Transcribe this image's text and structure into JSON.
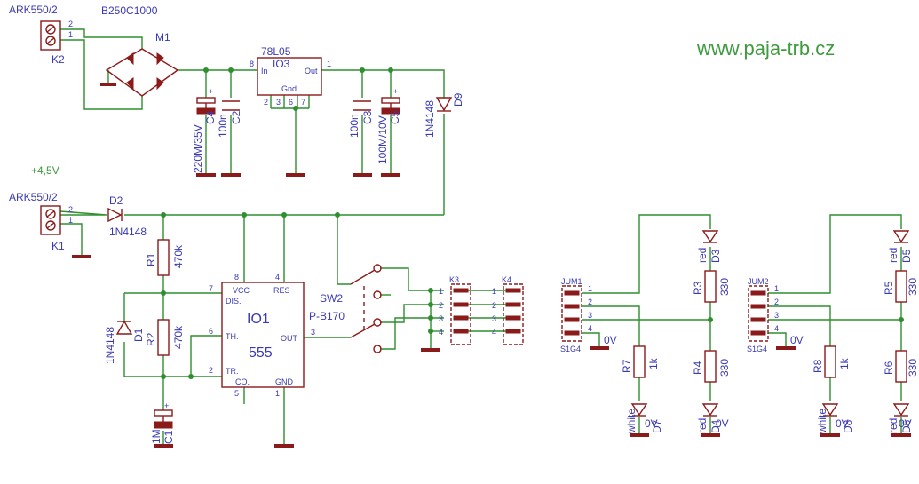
{
  "website": "www.paja-trb.cz",
  "supply_label": "+4,5V",
  "connectors": {
    "k2": {
      "type": "ARK550/2",
      "name": "K2",
      "pin2": "2",
      "pin1": "1"
    },
    "k1": {
      "type": "ARK550/2",
      "name": "K1",
      "pin2": "2",
      "pin1": "1"
    }
  },
  "bridge": {
    "value": "B250C1000",
    "name": "M1"
  },
  "regulator": {
    "value": "78L05",
    "name": "IO3",
    "in": "In",
    "out": "Out",
    "gnd": "Gnd",
    "pin_in": "8",
    "pin_out": "1",
    "pin2": "2",
    "pin3": "3",
    "pin6": "6",
    "pin7": "7"
  },
  "caps": {
    "c4": {
      "name": "C4",
      "value": "220M/35V"
    },
    "c2": {
      "name": "C2",
      "value": "100n"
    },
    "c3": {
      "name": "C3",
      "value": "100n"
    },
    "c5": {
      "name": "C5",
      "value": "100M/10V"
    },
    "c1": {
      "name": "C1",
      "value": "1M"
    }
  },
  "diodes": {
    "d9": {
      "name": "D9",
      "value": "1N4148"
    },
    "d2": {
      "name": "D2",
      "value": "1N4148"
    },
    "d1": {
      "name": "D1",
      "value": "1N4148"
    }
  },
  "resistors": {
    "r1": {
      "name": "R1",
      "value": "470k"
    },
    "r2": {
      "name": "R2",
      "value": "470k"
    },
    "r3": {
      "name": "R3",
      "value": "330"
    },
    "r4": {
      "name": "R4",
      "value": "330"
    },
    "r5": {
      "name": "R5",
      "value": "330"
    },
    "r6": {
      "name": "R6",
      "value": "330"
    },
    "r7": {
      "name": "R7",
      "value": "1k"
    },
    "r8": {
      "name": "R8",
      "value": "1k"
    }
  },
  "timer": {
    "name": "IO1",
    "value": "555",
    "vcc": "VCC",
    "res": "RES",
    "dis": "DIS.",
    "th": "TH.",
    "tr": "TR.",
    "out": "OUT",
    "co": "CO.",
    "gnd": "GND",
    "p8": "8",
    "p4": "4",
    "p7": "7",
    "p6": "6",
    "p2": "2",
    "p3": "3",
    "p5": "5",
    "p1": "1"
  },
  "switch": {
    "name": "SW2",
    "value": "P-B170"
  },
  "headers": {
    "k3": "K3",
    "k4": "K4",
    "pins": [
      "1",
      "2",
      "3",
      "4"
    ]
  },
  "jumpers": {
    "jum1": {
      "name": "JUM1",
      "value": "S1G4",
      "pins": [
        "1",
        "2",
        "3",
        "4"
      ],
      "zero": "0V"
    },
    "jum2": {
      "name": "JUM2",
      "value": "S1G4",
      "pins": [
        "1",
        "2",
        "3",
        "4"
      ],
      "zero": "0V"
    }
  },
  "leds": {
    "d3": {
      "name": "D3",
      "color": "red"
    },
    "d4": {
      "name": "D4",
      "color": "red"
    },
    "d5": {
      "name": "D5",
      "color": "red"
    },
    "d6": {
      "name": "D6",
      "color": "red"
    },
    "d7": {
      "name": "D7",
      "color": "white"
    },
    "d8": {
      "name": "D8",
      "color": "white"
    }
  },
  "ground_label": "0V"
}
